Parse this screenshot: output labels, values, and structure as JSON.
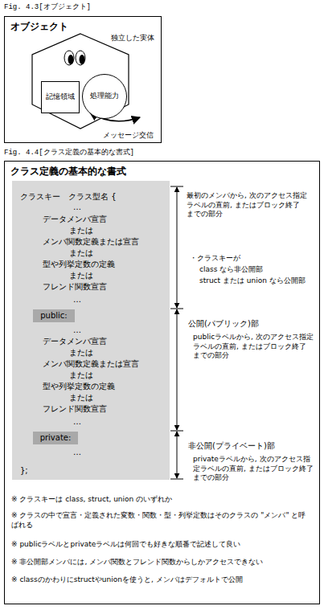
{
  "diagram": {
    "nodes": [
      {
        "text": [
          "オブジェクト"
        ]
      },
      {
        "text": [
          "記憶領域"
        ],
        "in": 0
      },
      {
        "text": [
          "処理能力"
        ],
        "in": 0
      },
      {
        "text": [
          "クラス定義の基本的な書式"
        ]
      },
      {
        "text": [
          "クラスキー　クラス型名 {",
          "…",
          "データメンバ宣言",
          "または",
          "メンバ関数定義または宣言",
          "または",
          "型や列挙定数の定義",
          "または",
          "フレンド関数宣言",
          "…",
          "…",
          "データメンバ宣言",
          "または",
          "メンバ関数定義または宣言",
          "または",
          "型や列挙定数の定義",
          "または",
          "フレンド関数宣言",
          "…",
          "…",
          "};"
        ],
        "in": 3
      },
      {
        "text": [
          "public:"
        ],
        "in": 4
      },
      {
        "text": [
          "private:"
        ],
        "in": 4
      }
    ],
    "labels": [
      "Fig. 4.3[オブジェクト]",
      "独立した実体",
      "メッセージ交信",
      "Fig. 4.4[クラス定義の基本的な書式]",
      "最初のメンバから, 次のアクセス指定ラベルの直前, またはブロック終了 までの部分",
      "・クラスキーが",
      "class なら非公開部",
      "struct または union なら公開部",
      "公開(パブリック)部",
      "publicラベルから, 次のアクセス指定ラベルの直前, またはブロック終了 までの部分",
      "非公開(プライベート)部",
      "privateラベルから, 次のアクセス指定ラベルの直前, またはブロック終了 までの部分",
      "※ クラスキーは class, struct, union のいずれか",
      "※ クラスの中で宣言・定義された変数・関数・型・列挙定数はそのクラスの \"メンバ\" と呼ばれる",
      "※ publicラベルとprivateラベルは何回でも好きな順番で記述して良い",
      "※ 非公開部メンバには, メンバ関数とフレンド関数からしかアクセスできない",
      "※ classのかわりにstructやunionを使うと, メンバはデフォルトで公開"
    ]
  }
}
